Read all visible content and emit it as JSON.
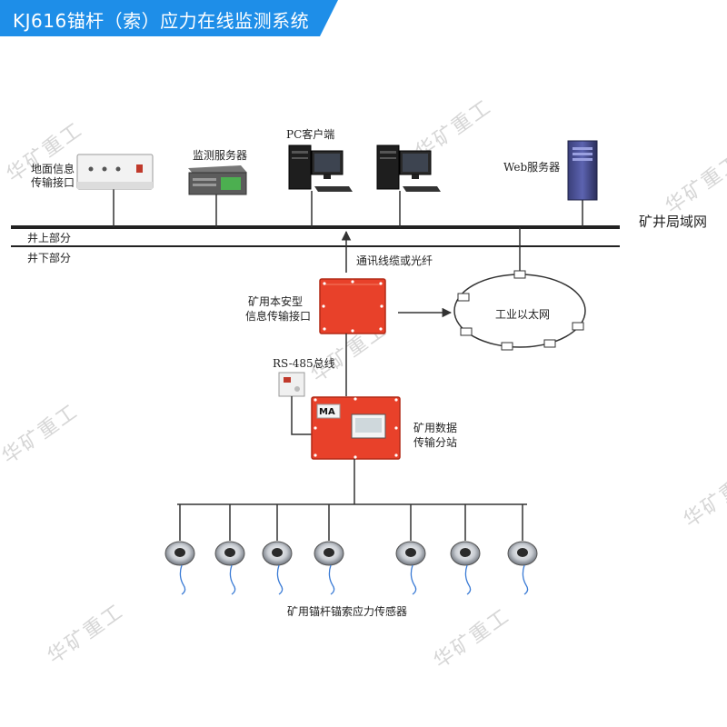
{
  "header": {
    "title": "KJ616锚杆（索）应力在线监测系统"
  },
  "labels": {
    "ground_interface": [
      "地面信息",
      "传输接口"
    ],
    "monitor_server": "监测服务器",
    "pc_client": "PC客户端",
    "web_server": "Web服务器",
    "mine_lan": "矿井局域网",
    "above_ground": "井上部分",
    "below_ground": "井下部分",
    "comm_cable": "通讯线缆或光纤",
    "intrinsic_interface": [
      "矿用本安型",
      "信息传输接口"
    ],
    "industrial_ethernet": "工业以太网",
    "rs485": "RS-485总线",
    "data_substation": [
      "矿用数据",
      "传输分站"
    ],
    "sensors": "矿用锚杆锚索应力传感器",
    "ma_mark": "MA"
  },
  "watermark": "华矿重工",
  "colors": {
    "banner": "#1e8ee8",
    "red_box": "#e8412a",
    "line": "#333333"
  }
}
